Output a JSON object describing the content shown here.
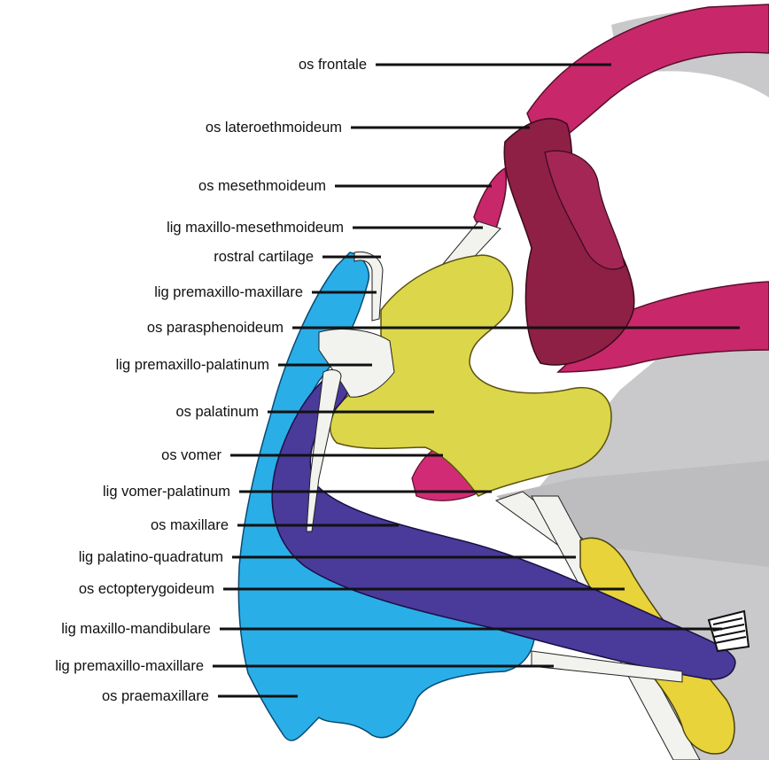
{
  "colors": {
    "skull_gray": "#c7c7c9",
    "frontal_crimson": "#c8286a",
    "mesethmoid_dark": "#8e1f45",
    "palatine_yellow": "#dcd64a",
    "vomer_magenta": "#d22b76",
    "maxilla_purple": "#4a3a9a",
    "premaxilla_cyan": "#2aaee8",
    "ligament_white": "#f2f2ee",
    "ectopterygoid_yellow": "#e8d33a"
  },
  "labels": [
    {
      "text": "os frontale"
    },
    {
      "text": "os lateroethmoideum"
    },
    {
      "text": "os mesethmoideum"
    },
    {
      "text": "lig maxillo-mesethmoideum"
    },
    {
      "text": "rostral cartilage"
    },
    {
      "text": "lig premaxillo-maxillare"
    },
    {
      "text": "os parasphenoideum"
    },
    {
      "text": "lig premaxillo-palatinum"
    },
    {
      "text": "os palatinum"
    },
    {
      "text": "os vomer"
    },
    {
      "text": "lig vomer-palatinum"
    },
    {
      "text": "os maxillare"
    },
    {
      "text": "lig palatino-quadratum"
    },
    {
      "text": "os ectopterygoideum"
    },
    {
      "text": "lig maxillo-mandibulare"
    },
    {
      "text": "lig premaxillo-maxillare"
    },
    {
      "text": "os praemaxillare"
    }
  ]
}
